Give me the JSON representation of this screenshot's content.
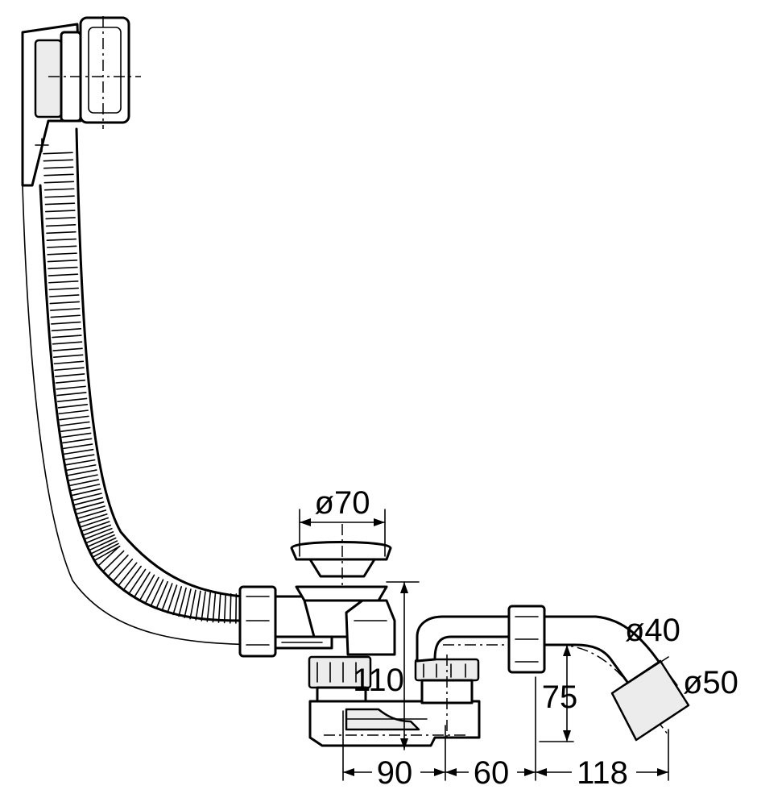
{
  "dimensions": {
    "diameter_top": "ø70",
    "diameter_outlet_small": "ø40",
    "diameter_outlet_large": "ø50",
    "height_total": "110",
    "height_outlet": "75",
    "dist_a": "90",
    "dist_b": "60",
    "dist_c": "118"
  },
  "colors": {
    "line": "#000000",
    "background": "#ffffff",
    "part_fill": "#ececec"
  }
}
